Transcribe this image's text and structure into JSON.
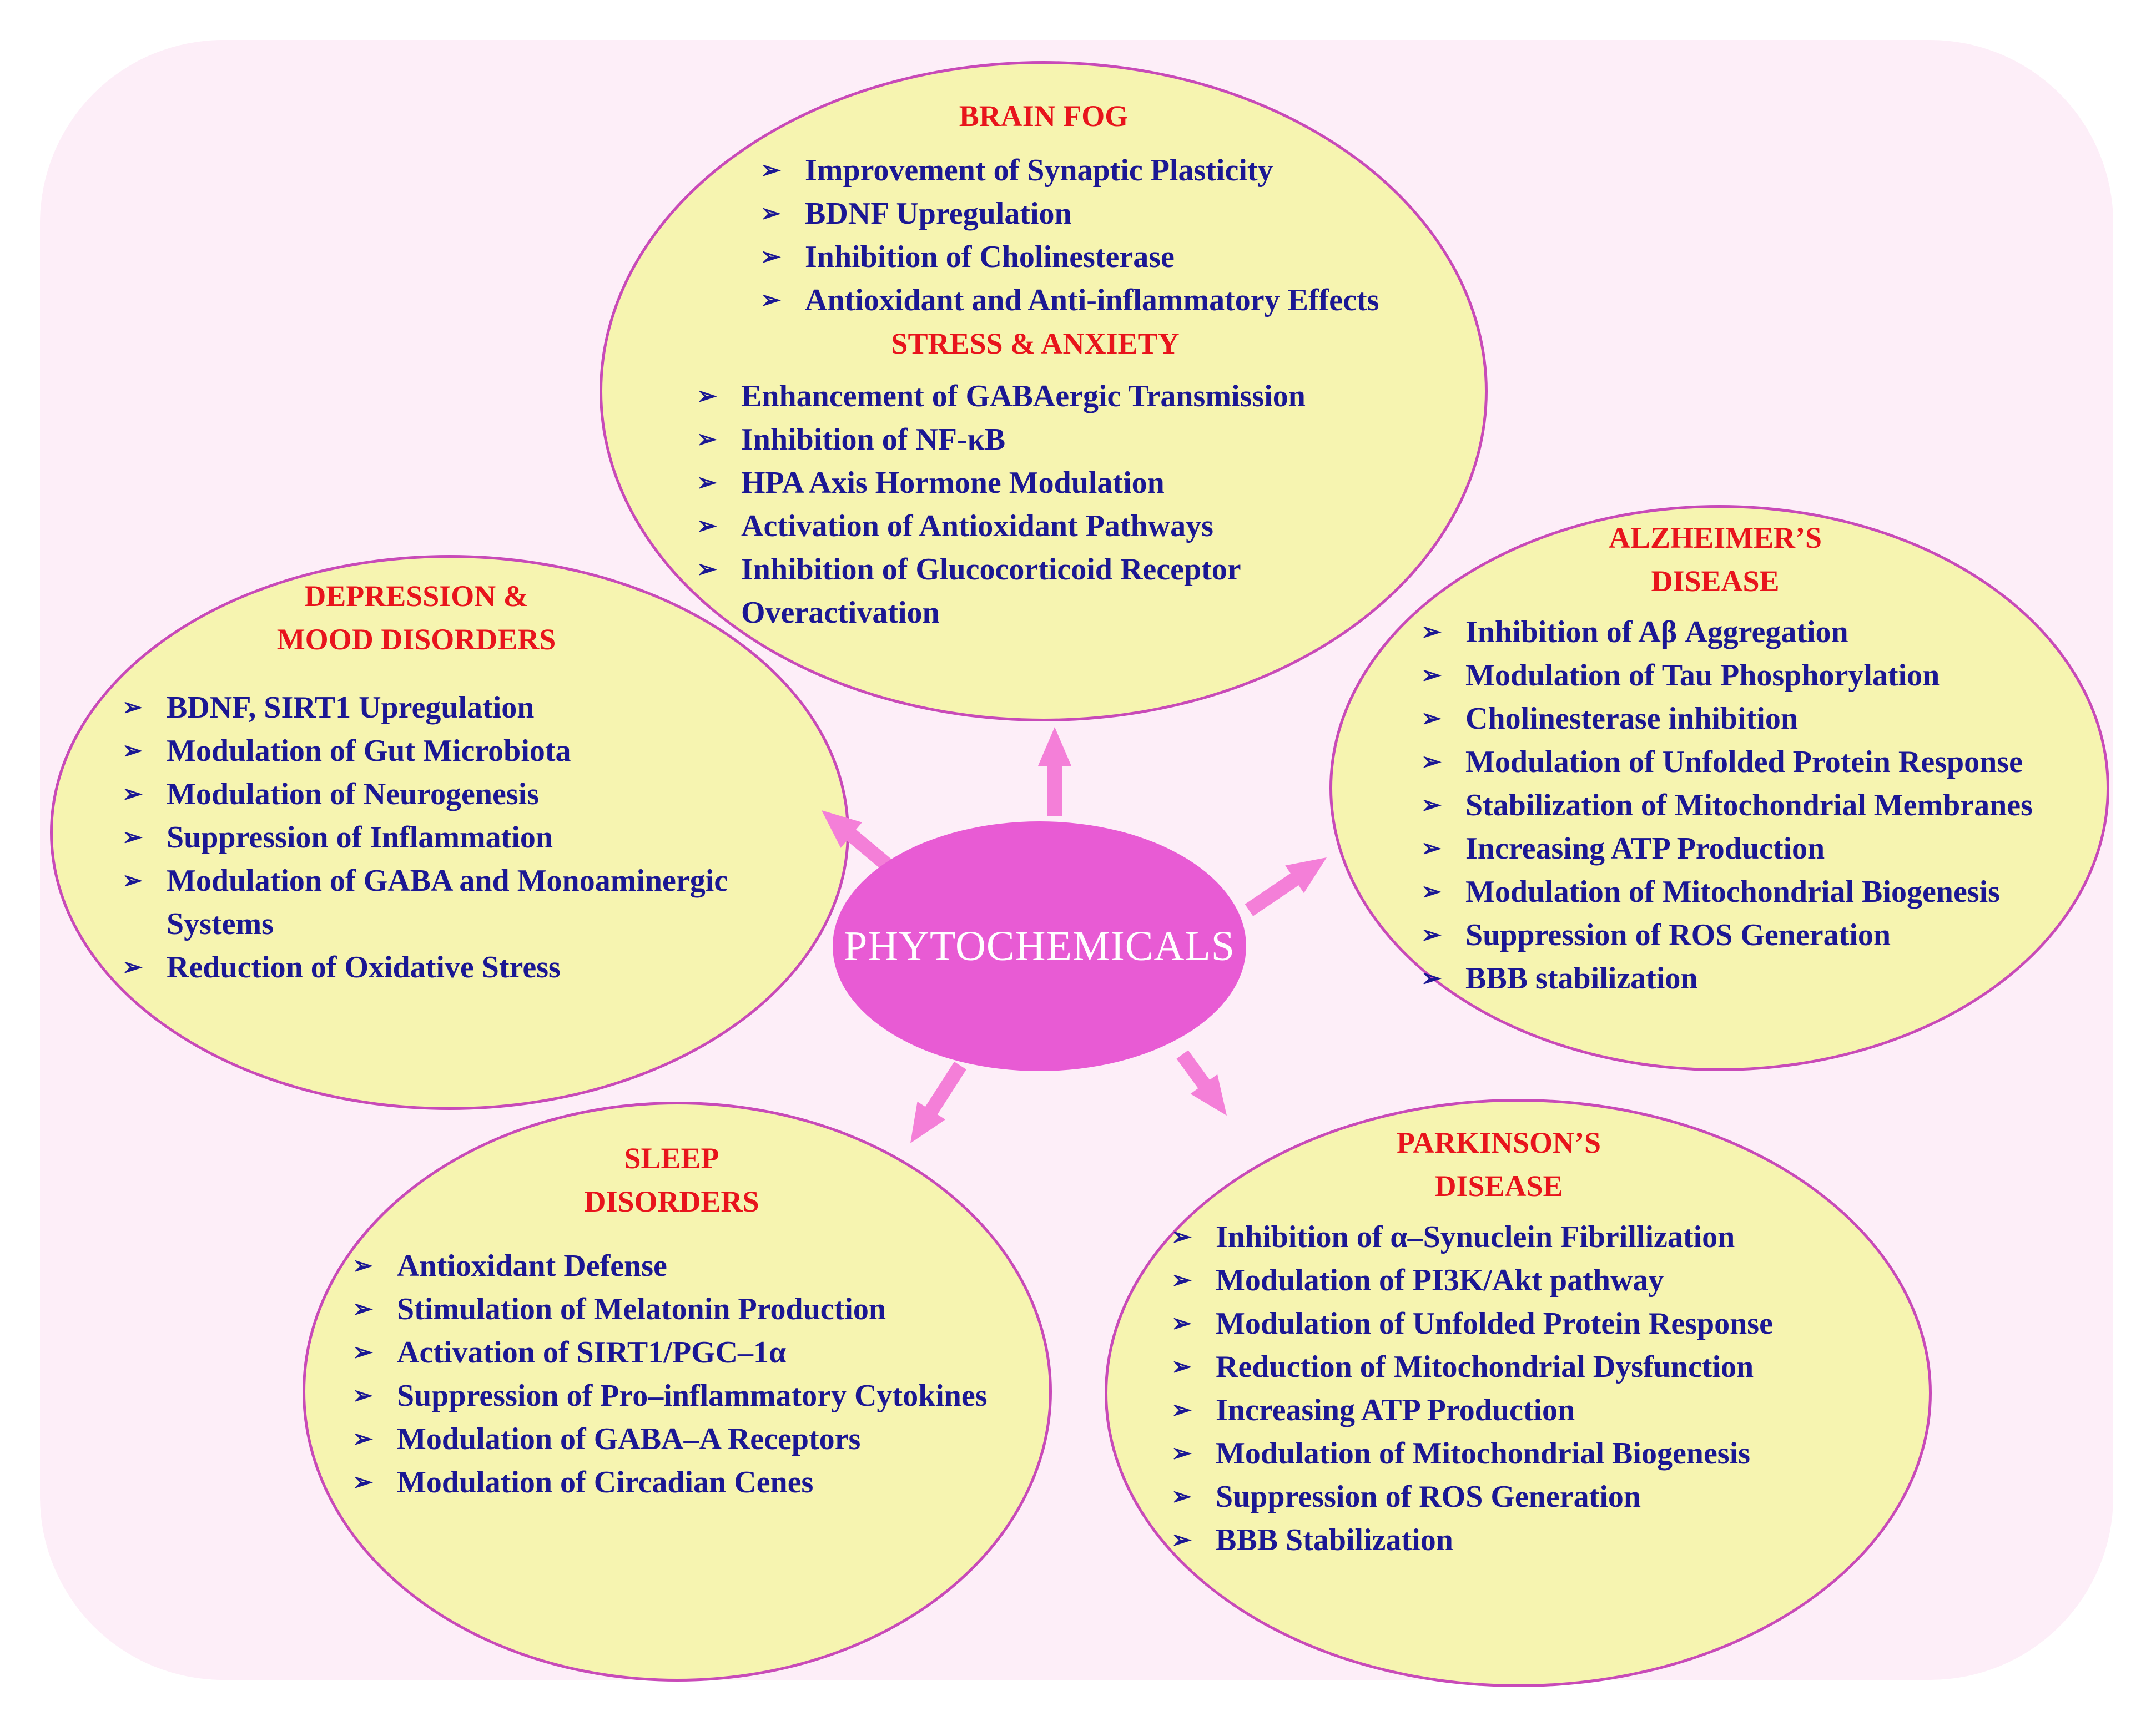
{
  "colors": {
    "panel_background": "#fdeef8",
    "ellipse_fill": "#f6f4b0",
    "ellipse_border": "#c84ab8",
    "heading_color": "#e8141c",
    "item_color": "#1b1793",
    "center_fill": "#e85bd4",
    "arrow_color": "#f47fd8"
  },
  "bullet_icon": "arrowhead-bullet-icon",
  "center": {
    "label": "PHYTOCHEMICALS"
  },
  "clusters": {
    "top": {
      "sections": [
        {
          "heading": [
            "BRAIN FOG"
          ],
          "items": [
            "Improvement of Synaptic Plasticity",
            "BDNF Upregulation",
            "Inhibition of Cholinesterase",
            "Antioxidant and Anti-inflammatory Effects"
          ]
        },
        {
          "heading": [
            "STRESS & ANXIETY"
          ],
          "items": [
            "Enhancement of GABAergic Transmission",
            "Inhibition of NF-κB",
            "HPA Axis Hormone Modulation",
            "Activation of Antioxidant Pathways",
            "Inhibition of Glucocorticoid Receptor",
            "Overactivation"
          ]
        }
      ]
    },
    "left": {
      "heading": [
        "DEPRESSION &",
        "MOOD DISORDERS"
      ],
      "items": [
        "BDNF, SIRT1 Upregulation",
        "Modulation of Gut Microbiota",
        "Modulation of Neurogenesis",
        "Suppression of Inflammation",
        "Modulation of GABA and Monoaminergic",
        "Systems",
        "Reduction of Oxidative Stress"
      ]
    },
    "right": {
      "heading": [
        "ALZHEIMER’S",
        "DISEASE"
      ],
      "items": [
        "Inhibition of Aβ Aggregation",
        "Modulation of Tau Phosphorylation",
        "Cholinesterase inhibition",
        "Modulation of Unfolded Protein Response",
        "Stabilization of Mitochondrial Membranes",
        "Increasing ATP Production",
        "Modulation of Mitochondrial Biogenesis",
        "Suppression of ROS Generation",
        "BBB stabilization"
      ]
    },
    "bottom_left": {
      "heading": [
        "SLEEP",
        "DISORDERS"
      ],
      "items": [
        "Antioxidant Defense",
        "Stimulation of Melatonin Production",
        "Activation of SIRT1/PGC–1α",
        "Suppression of Pro–inflammatory Cytokines",
        "Modulation of GABA–A Receptors",
        "Modulation of Circadian Cenes"
      ]
    },
    "bottom_right": {
      "heading": [
        "PARKINSON’S",
        "DISEASE"
      ],
      "items": [
        "Inhibition of α–Synuclein Fibrillization",
        "Modulation of PI3K/Akt pathway",
        "Modulation of Unfolded Protein Response",
        "Reduction of Mitochondrial Dysfunction",
        "Increasing ATP Production",
        "Modulation of Mitochondrial Biogenesis",
        "Suppression of ROS Generation",
        "BBB Stabilization"
      ]
    }
  }
}
